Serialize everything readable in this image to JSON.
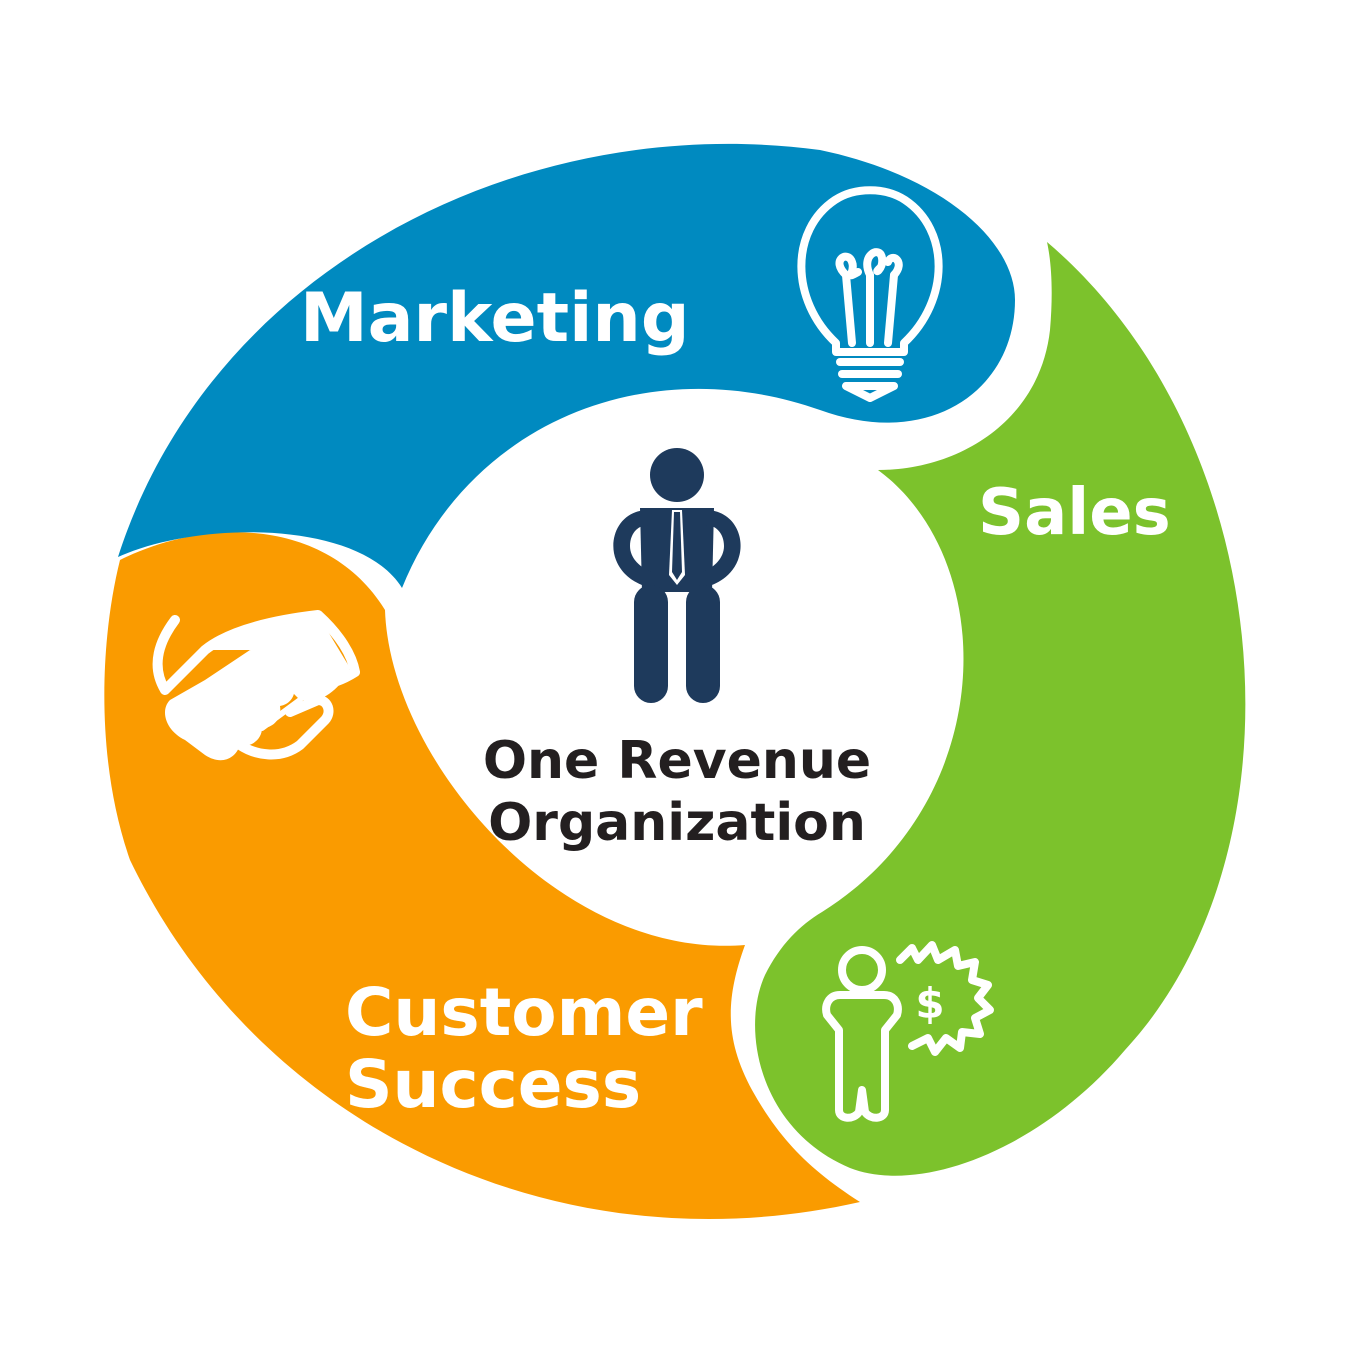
{
  "diagram": {
    "center": {
      "line1": "One Revenue",
      "line2": "Organization"
    },
    "segments": {
      "marketing": {
        "label": "Marketing",
        "icon": "lightbulb-icon",
        "color": "#008AC0"
      },
      "sales": {
        "label": "Sales",
        "icon": "person-dollar-icon",
        "color": "#7CC22C"
      },
      "customer_success": {
        "label_line1": "Customer",
        "label_line2": "Success",
        "icon": "handshake-icon",
        "color": "#FA9B00"
      }
    },
    "person_color": "#1E3A5C",
    "text_color": "#231F20"
  }
}
